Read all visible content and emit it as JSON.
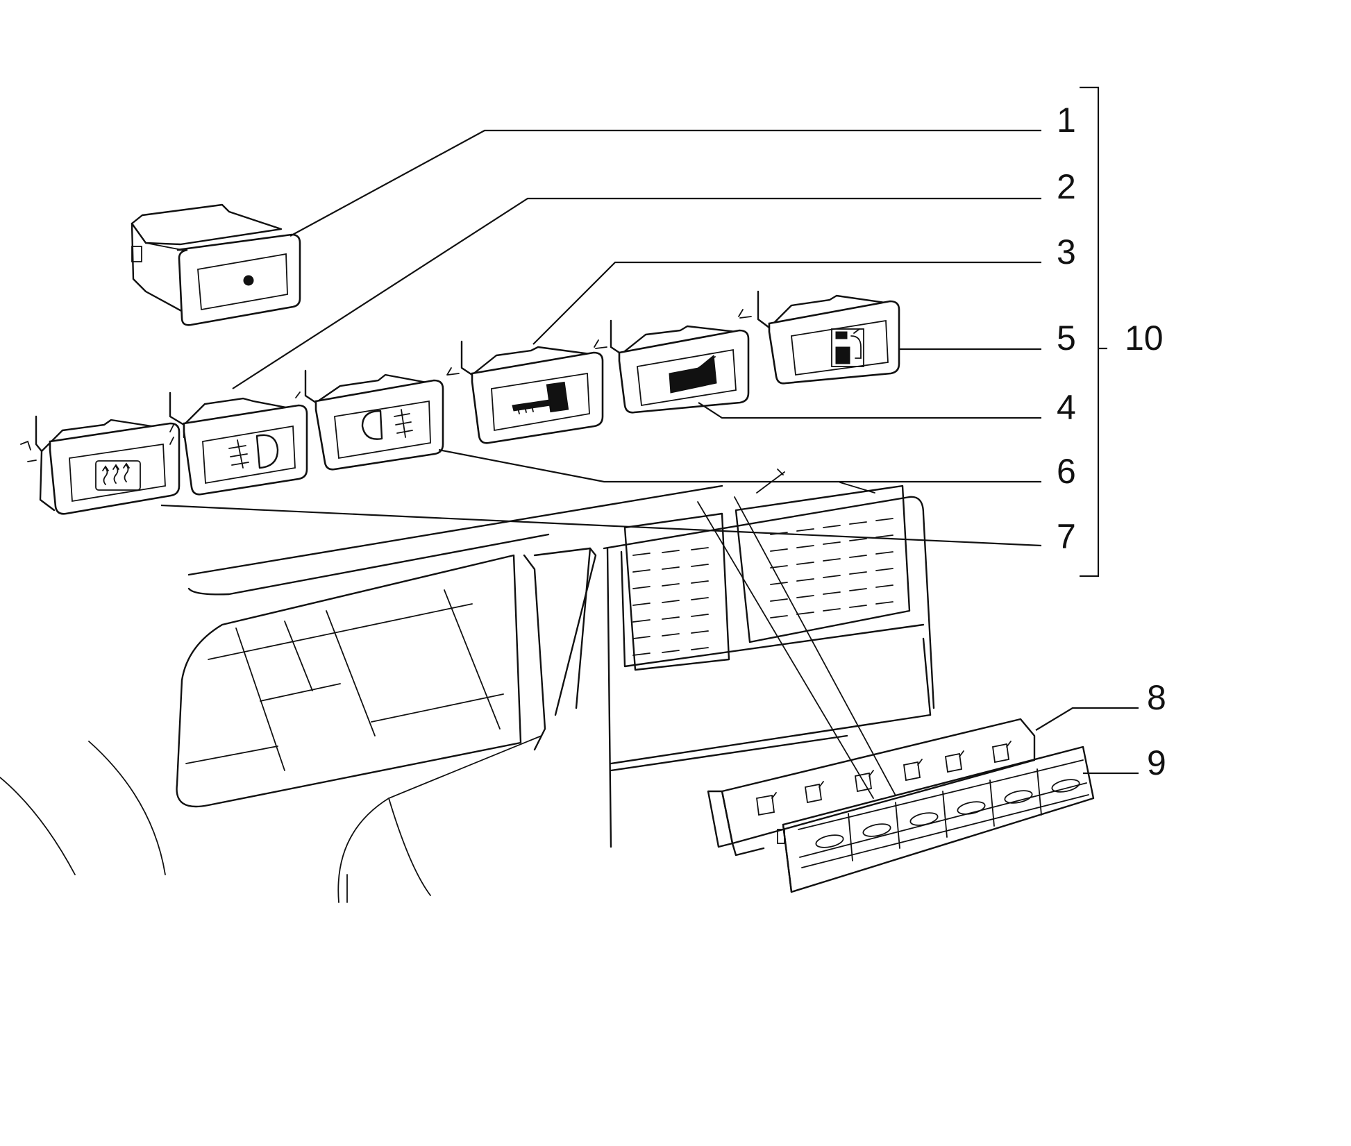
{
  "callouts": [
    {
      "id": "1",
      "text": "1",
      "part": "blank switch cap (single dot)"
    },
    {
      "id": "2",
      "text": "2",
      "part": "rear fog light switch"
    },
    {
      "id": "3",
      "text": "3",
      "part": "key / lock switch"
    },
    {
      "id": "4",
      "text": "4",
      "part": "door / window switch"
    },
    {
      "id": "5",
      "text": "5",
      "part": "fuel filler switch"
    },
    {
      "id": "6",
      "text": "6",
      "part": "front fog light switch"
    },
    {
      "id": "7",
      "text": "7",
      "part": "rear window demister switch"
    },
    {
      "id": "8",
      "text": "8",
      "part": "switch holder panel"
    },
    {
      "id": "9",
      "text": "9",
      "part": "switch frame bezel"
    },
    {
      "id": "10",
      "text": "10",
      "part": "switch set (items 1-7)"
    }
  ],
  "icons": [
    "dot-icon",
    "rear-fog-light-icon",
    "key-icon",
    "door-icon",
    "fuel-pump-icon",
    "front-fog-light-icon",
    "rear-demister-icon"
  ],
  "line_color": "#111111",
  "background_color": "#ffffff"
}
